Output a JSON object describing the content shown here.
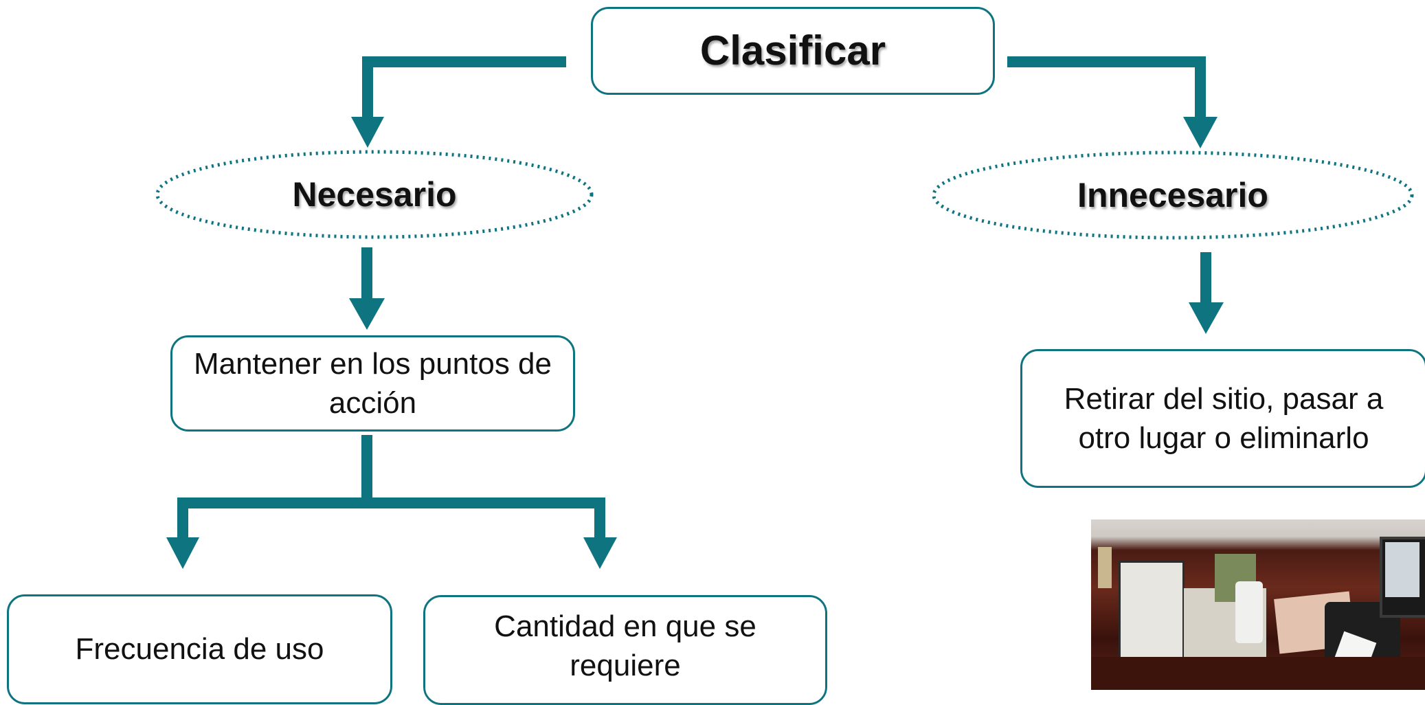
{
  "colors": {
    "accent": "#0e7480",
    "text": "#111111",
    "background": "#ffffff"
  },
  "diagram": {
    "root": {
      "label": "Clasificar"
    },
    "left_branch": {
      "category": "Necesario",
      "action": "Mantener en los puntos de acción",
      "criteria": [
        "Frecuencia de uso",
        "Cantidad en que se requiere"
      ]
    },
    "right_branch": {
      "category": "Innecesario",
      "action": "Retirar del sitio, pasar a otro lugar o eliminarlo"
    }
  },
  "photo": {
    "subject": "desk-with-clutter-photo"
  }
}
